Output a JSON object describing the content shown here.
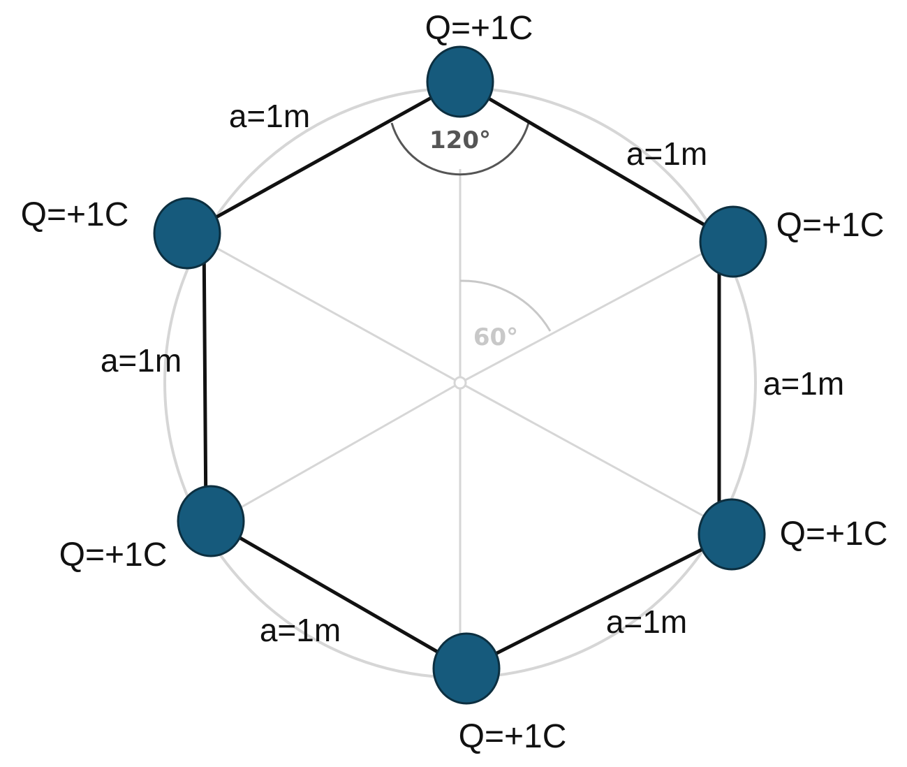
{
  "colors": {
    "background": "#ffffff",
    "charge_fill": "#165a7c",
    "charge_stroke": "#0c2f40",
    "hexagon_edge": "#111111",
    "guide_lines": "#d6d6d6",
    "angle_120": "#555555",
    "angle_60": "#c8c8c8"
  },
  "charges": [
    {
      "label": "Q=+1C"
    },
    {
      "label": "Q=+1C"
    },
    {
      "label": "Q=+1C"
    },
    {
      "label": "Q=+1C"
    },
    {
      "label": "Q=+1C"
    },
    {
      "label": "Q=+1C"
    }
  ],
  "sides": [
    {
      "label": "a=1m"
    },
    {
      "label": "a=1m"
    },
    {
      "label": "a=1m"
    },
    {
      "label": "a=1m"
    },
    {
      "label": "a=1m"
    },
    {
      "label": "a=1m"
    }
  ],
  "angles": {
    "interior": "120°",
    "central": "60°"
  }
}
